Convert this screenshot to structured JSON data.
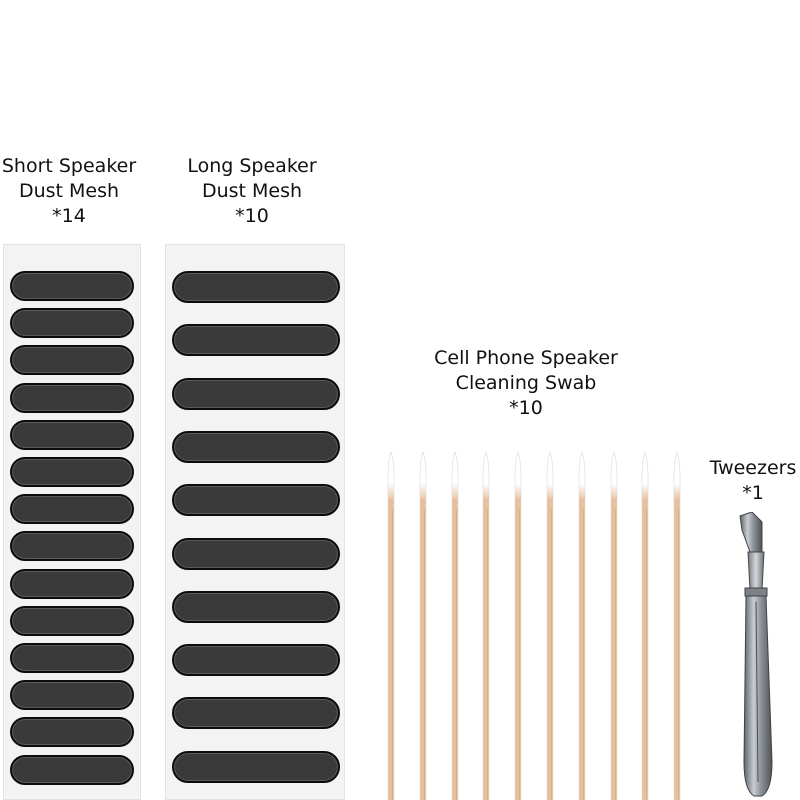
{
  "items": [
    {
      "id": "short-mesh",
      "title_lines": [
        "Short Speaker",
        "Dust Mesh"
      ],
      "quantity": "*14",
      "count": 14
    },
    {
      "id": "long-mesh",
      "title_lines": [
        "Long Speaker",
        "Dust Mesh"
      ],
      "quantity": "*10",
      "count": 10
    },
    {
      "id": "swab",
      "title_lines": [
        "Cell Phone Speaker",
        "Cleaning Swab"
      ],
      "quantity": "*10",
      "count": 10
    },
    {
      "id": "tweezers",
      "title_lines": [
        "Tweezers"
      ],
      "quantity": "*1",
      "count": 1
    }
  ],
  "colors": {
    "background": "#ffffff",
    "sheet": "#f3f3f3",
    "mesh": "#3a3a3a",
    "mesh_border": "#0c0c0c",
    "swab_stick": "#e7bf99",
    "swab_tip": "#ffffff",
    "tweezers_metal": "#8e949a"
  }
}
